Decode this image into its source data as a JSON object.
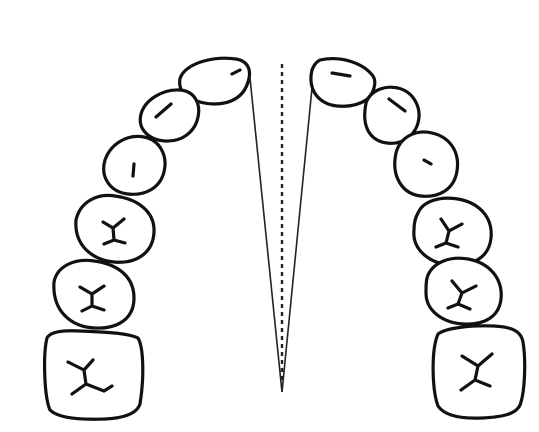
{
  "figure": {
    "subject": "dental-arch",
    "line_color": "#111111",
    "background": "#ffffff"
  },
  "teeth": {
    "left": [
      "central-incisor",
      "lateral-incisor",
      "canine",
      "first-premolar",
      "second-premolar",
      "first-molar"
    ],
    "right": [
      "central-incisor",
      "lateral-incisor",
      "canine",
      "first-premolar",
      "second-premolar",
      "first-molar"
    ]
  },
  "guides": [
    "left-incisor-line",
    "right-incisor-line",
    "midline-dashed"
  ]
}
